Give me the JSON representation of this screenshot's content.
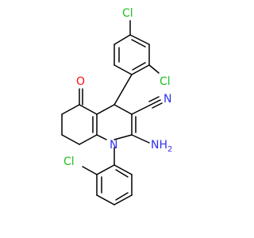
{
  "colors": {
    "bond": "#000000",
    "chlorine": "#1fc01f",
    "oxygen": "#ff0d0d",
    "nitrogen": "#3030f0",
    "background": "#ffffff"
  },
  "atoms": {
    "cl_top": "Cl",
    "cl_ring_ortho": "Cl",
    "cl_bottom": "Cl",
    "oxygen": "O",
    "nitrile_n": "N",
    "ring_n": "N",
    "amino": "NH",
    "amino_sub": "2"
  }
}
